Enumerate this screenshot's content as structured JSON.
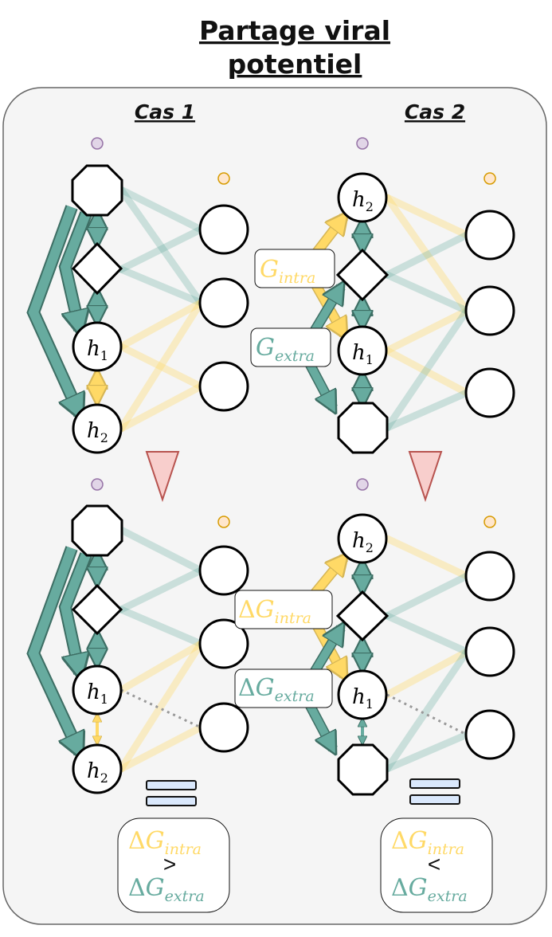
{
  "title": {
    "line1": "Partage viral",
    "line2": "potentiel"
  },
  "cases": {
    "case1": "Cas 1",
    "case2": "Cas 2"
  },
  "node_labels": {
    "h_base": "h",
    "sub1": "1",
    "sub2": "2"
  },
  "gain_labels": {
    "G": "G",
    "delta": "Δ",
    "intra": "intra",
    "extra": "extra"
  },
  "comparisons": {
    "case1": ">",
    "case2": "<"
  },
  "colors": {
    "green": "#67ab9f",
    "yellow": "#ffd966",
    "purple_dot": "#e1d5e7",
    "orange_dot": "#ffe6cc",
    "red_triangle": "#f8cecc",
    "blue_bars": "#dae8fc",
    "panel_bg": "#f5f5f5"
  },
  "icons": {
    "down_triangle": "red-down-triangle-icon",
    "equals": "equals-icon"
  }
}
